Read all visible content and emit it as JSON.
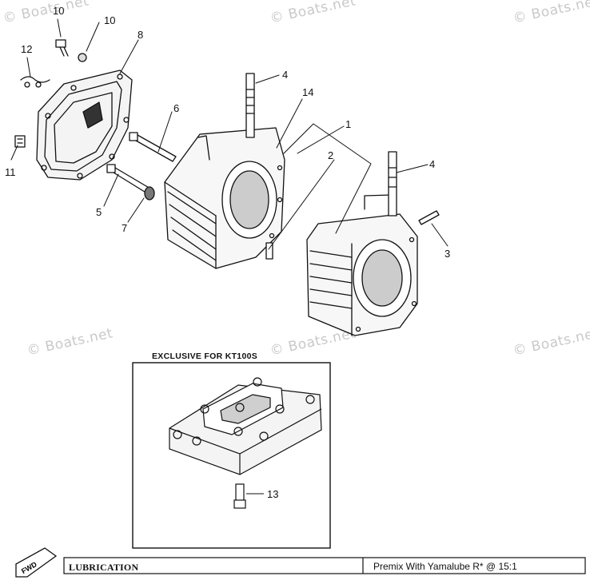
{
  "watermarks": [
    "© Boats.net",
    "© Boats.net",
    "© Boats.net",
    "© Boats.net",
    "© Boats.net",
    "© Boats.net"
  ],
  "callouts": [
    "10",
    "8",
    "12",
    "11",
    "6",
    "5",
    "7",
    "4",
    "14",
    "1",
    "2",
    "4",
    "3",
    "13"
  ],
  "exclusive_box": {
    "title": "EXCLUSIVE FOR KT100S"
  },
  "footer": {
    "fwd_label": "FWD",
    "section_label": "LUBRICATION",
    "note": "Premix With Yamalube R* @ 15:1"
  }
}
